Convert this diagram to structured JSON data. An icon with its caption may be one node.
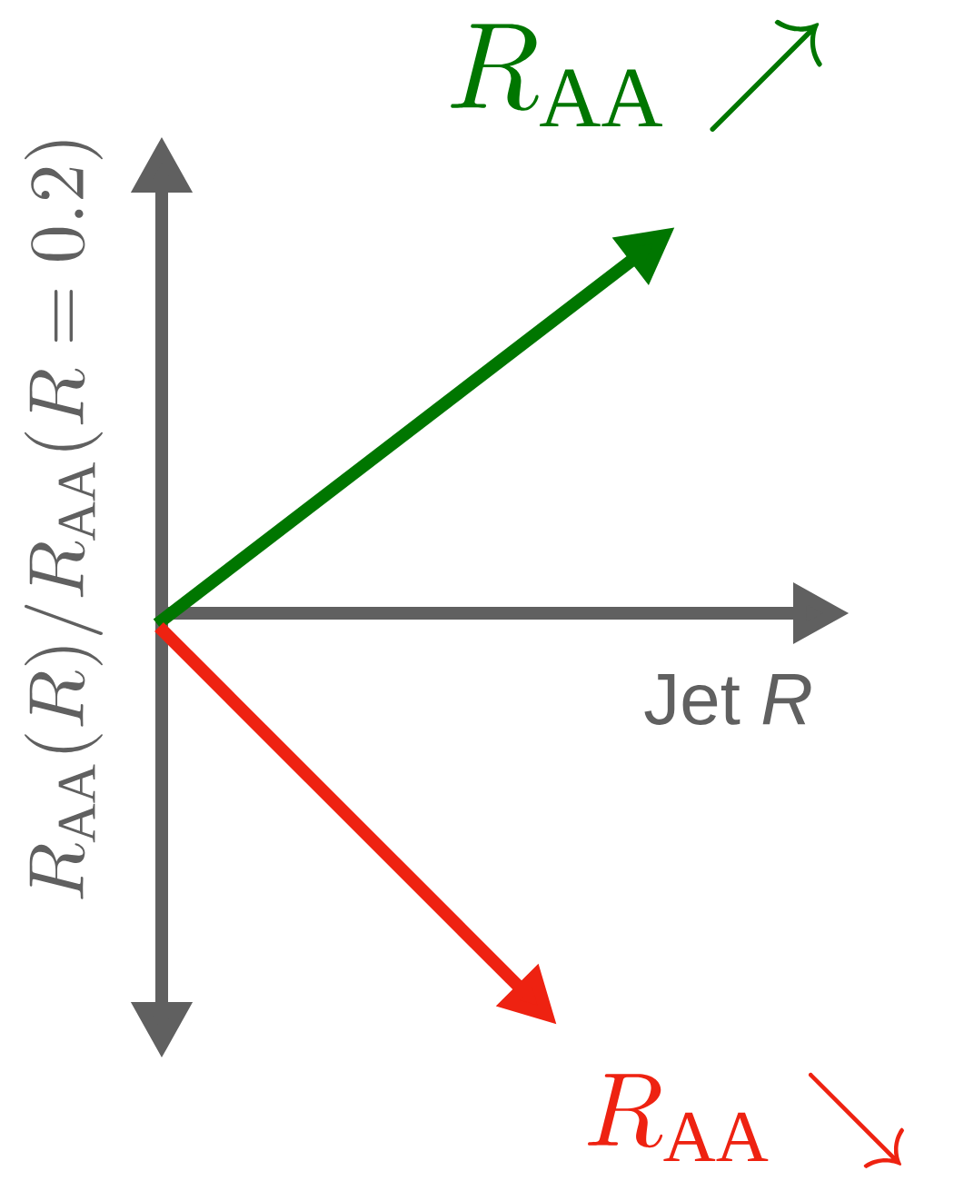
{
  "diagram": {
    "labels": [
      "R_{\\mathrm{AA}}\\nearrow",
      "R_{\\mathrm{AA}}(R)/R_{\\mathrm{AA}}(R = 0.2)",
      "Jet *R*",
      "R_{\\mathrm{AA}}\\searrow"
    ]
  }
}
